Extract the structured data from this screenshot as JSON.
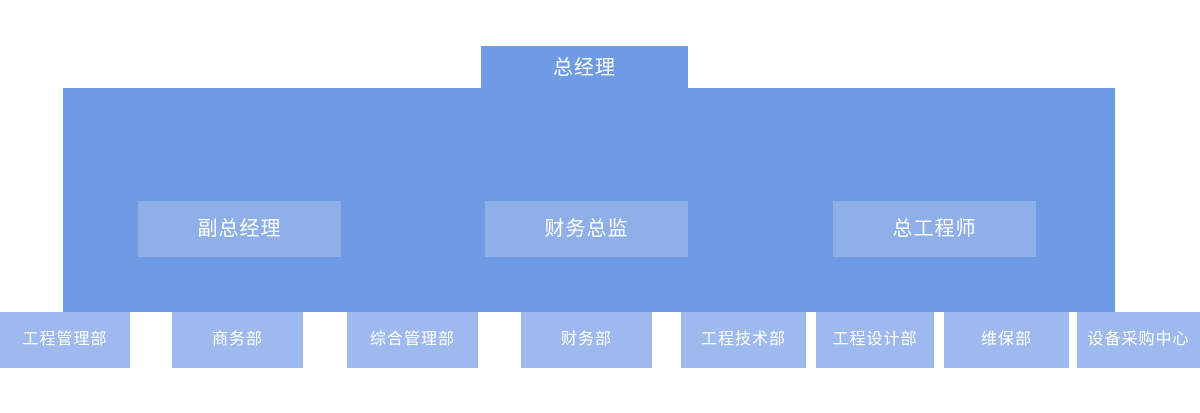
{
  "chart_data": {
    "type": "diagram",
    "diagram_type": "organizational-chart",
    "title": "",
    "levels": 3,
    "colors": {
      "level1_fill": "#6e9be4",
      "band_fill": "#6e9be4",
      "level2_fill": "#8eafe8",
      "level3_fill": "#9eb9ed",
      "text": "#ffffff",
      "background": "#ffffff"
    },
    "nodes": {
      "top": {
        "label": "总经理"
      },
      "middle": [
        {
          "label": "副总经理"
        },
        {
          "label": "财务总监"
        },
        {
          "label": "总工程师"
        }
      ],
      "departments": [
        {
          "label": "工程管理部"
        },
        {
          "label": "商务部"
        },
        {
          "label": "综合管理部"
        },
        {
          "label": "财务部"
        },
        {
          "label": "工程技术部"
        },
        {
          "label": "工程设计部"
        },
        {
          "label": "维保部"
        },
        {
          "label": "设备采购中心"
        }
      ]
    }
  }
}
